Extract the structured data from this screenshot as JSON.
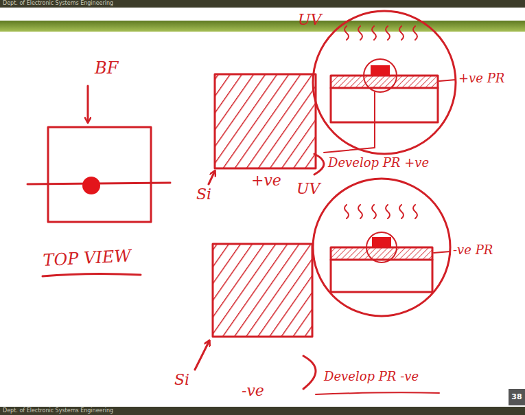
{
  "diagram": {
    "labels": [
      "Dept. of Electronic Systems Engineering",
      "BF",
      "TOP VIEW",
      "Si",
      "+ve",
      "UV",
      "+ve PR",
      "Develop PR +ve",
      "Si",
      "-ve",
      "UV",
      "-ve PR",
      "Develop PR -ve",
      "38",
      "Dept. of Electronic Systems Engineering"
    ]
  }
}
